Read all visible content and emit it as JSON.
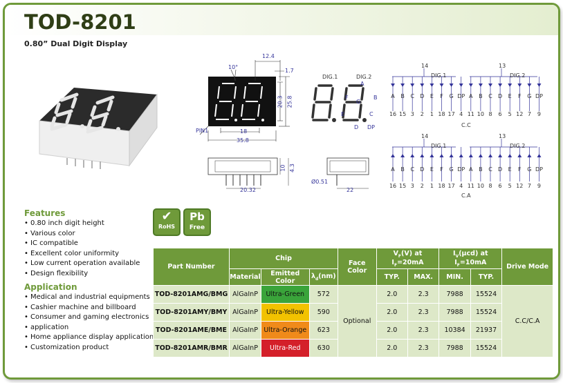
{
  "header": {
    "title": "TOD-8201",
    "subtitle": "0.80” Dual Digit Display"
  },
  "dimensions": {
    "d10": "10°",
    "d124": "12.4",
    "d17": "1.7",
    "d203": "20.3",
    "d258": "25.8",
    "d18": "18",
    "d358": "35.8",
    "pin1": "PIN1",
    "d10b": "10",
    "d43": "4.3",
    "d2032": "20.32",
    "d051": "Ø0.51",
    "d22": "22"
  },
  "digit_labels": {
    "dig1": "DIG.1",
    "dig2": "DIG.2",
    "a": "A",
    "b": "B",
    "c": "C",
    "d": "D",
    "e": "E",
    "f": "F",
    "g": "G",
    "dp": "DP"
  },
  "circuit_cc": {
    "com1": "14",
    "com2": "13",
    "dig1": "DIG.1",
    "dig2": "DIG.2",
    "segs": [
      "A",
      "B",
      "C",
      "D",
      "E",
      "F",
      "G",
      "DP",
      "A",
      "B",
      "C",
      "D",
      "E",
      "F",
      "G",
      "DP"
    ],
    "pins": [
      "16",
      "15",
      "3",
      "2",
      "1",
      "18",
      "17",
      "4",
      "11",
      "10",
      "8",
      "6",
      "5",
      "12",
      "7",
      "9"
    ],
    "caption": "C.C"
  },
  "circuit_ca": {
    "com1": "14",
    "com2": "13",
    "dig1": "DIG.1",
    "dig2": "DIG.2",
    "segs": [
      "A",
      "B",
      "C",
      "D",
      "E",
      "F",
      "G",
      "DP",
      "A",
      "B",
      "C",
      "D",
      "E",
      "F",
      "G",
      "DP"
    ],
    "pins": [
      "16",
      "15",
      "3",
      "2",
      "1",
      "18",
      "17",
      "4",
      "11",
      "10",
      "8",
      "6",
      "5",
      "12",
      "7",
      "9"
    ],
    "caption": "C.A"
  },
  "badges": {
    "rohs": "RoHS",
    "pb": "Pb",
    "free": "Free"
  },
  "features": {
    "title": "Features",
    "items": [
      "0.80 inch digit height",
      "Various color",
      "IC compatible",
      "Excellent color uniformity",
      "Low current operation available",
      "Design flexibility"
    ]
  },
  "application": {
    "title": "Application",
    "items": [
      "Medical and industrial equipments",
      "Cashier machine and billboard",
      "Consumer and gaming electronics",
      "application",
      "Home appliance display application",
      "Customization product"
    ]
  },
  "table": {
    "h_part": "Part Number",
    "h_chip": "Chip",
    "h_material": "Material",
    "h_color": "Emitted Color",
    "h_lambda": "λ",
    "h_lambda_sub": "d",
    "h_lambda_unit": "(nm)",
    "h_face": "Face Color",
    "h_vf": "V",
    "h_vf_sub": "F",
    "h_vf_mid": "(V) at I",
    "h_vf_sub2": "F",
    "h_vf_end": "=20mA",
    "h_iv": "I",
    "h_iv_sub": "V",
    "h_iv_mid": "(μcd) at I",
    "h_iv_sub2": "F",
    "h_iv_end": "=10mA",
    "h_drive": "Drive Mode",
    "h_typ": "TYP.",
    "h_max": "MAX.",
    "h_min": "MIN.",
    "h_typ2": "TYP.",
    "face_color": "Optional",
    "drive_mode": "C.C/C.A",
    "rows": [
      {
        "part": "TOD-8201AMG/BMG",
        "material": "AlGaInP",
        "color": "Ultra-Green",
        "lambda": "572",
        "vf_typ": "2.0",
        "vf_max": "2.3",
        "iv_min": "7988",
        "iv_typ": "15524",
        "swatch": "#3aa43a"
      },
      {
        "part": "TOD-8201AMY/BMY",
        "material": "AlGaInP",
        "color": "Ultra-Yellow",
        "lambda": "590",
        "vf_typ": "2.0",
        "vf_max": "2.3",
        "iv_min": "7988",
        "iv_typ": "15524",
        "swatch": "#f2c200"
      },
      {
        "part": "TOD-8201AME/BME",
        "material": "AlGaInP",
        "color": "Ultra-Orange",
        "lambda": "623",
        "vf_typ": "2.0",
        "vf_max": "2.3",
        "iv_min": "10384",
        "iv_typ": "21937",
        "swatch": "#f08a1a"
      },
      {
        "part": "TOD-8201AMR/BMR",
        "material": "AlGaInP",
        "color": "Ultra-Red",
        "lambda": "630",
        "vf_typ": "2.0",
        "vf_max": "2.3",
        "iv_min": "7988",
        "iv_typ": "15524",
        "swatch": "#d4202a"
      }
    ]
  },
  "colors": {
    "accent": "#6f9a3a",
    "table_cell": "#dde8c8",
    "title": "#2f3e16",
    "drawing_blue": "#333399"
  }
}
